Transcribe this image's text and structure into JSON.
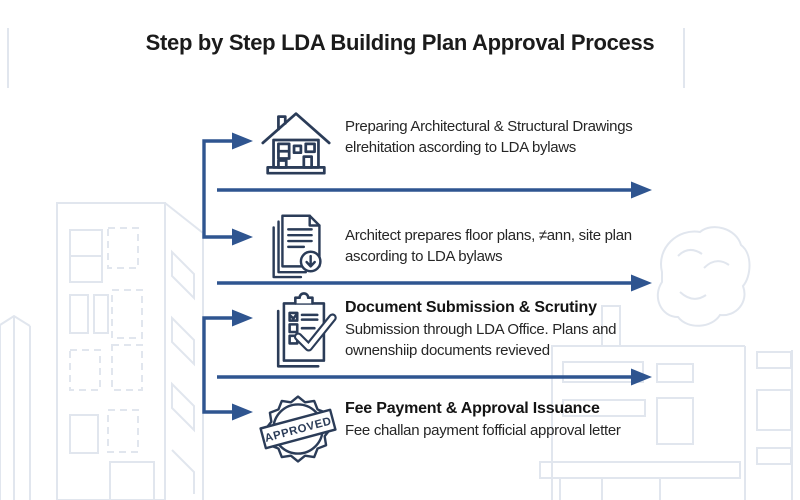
{
  "title": "Step by Step LDA Building Plan Approval Process",
  "steps": [
    {
      "icon": "house",
      "lines": [
        "Preparing Architectural & Structural Drawings",
        "elrehitation ascording to LDA bylaws"
      ]
    },
    {
      "icon": "documents-download",
      "lines": [
        "Architect prepares floor plans, ≠ann, site plan",
        "ascording to LDA bylaws"
      ]
    },
    {
      "icon": "clipboard-check",
      "heading": "Document Submission & Scrutiny",
      "lines": [
        "Submission through LDA Office.  Plans and",
        "ownenshiip documents revieved"
      ]
    },
    {
      "icon": "approved-stamp",
      "heading": "Fee Payment & Approval Issuance",
      "lines": [
        "Fee challan payment fofficial approval letter"
      ]
    }
  ],
  "stamp": {
    "label": "APPROVED"
  },
  "colors": {
    "icon_stroke": "#2b3c58",
    "arrow": "#2f5590",
    "background_art": "#e1e6ee",
    "title_text": "#1b1b1b",
    "body_text": "#262626"
  }
}
